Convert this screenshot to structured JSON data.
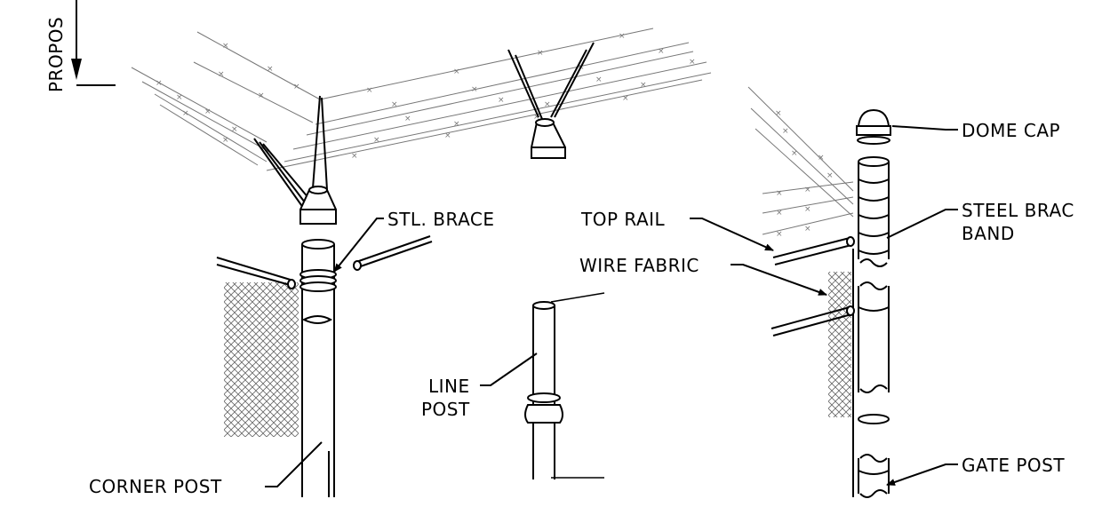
{
  "labels": {
    "proposed": "PROPOS",
    "stl_brace": "STL. BRACE",
    "top_rail": "TOP RAIL",
    "wire_fabric": "WIRE FABRIC",
    "line_post_1": "LINE",
    "line_post_2": "POST",
    "corner_post": "CORNER POST",
    "dome_cap": "DOME CAP",
    "steel_brace_1": "STEEL BRAC",
    "steel_brace_2": "BAND",
    "gate_post": "GATE POST"
  }
}
